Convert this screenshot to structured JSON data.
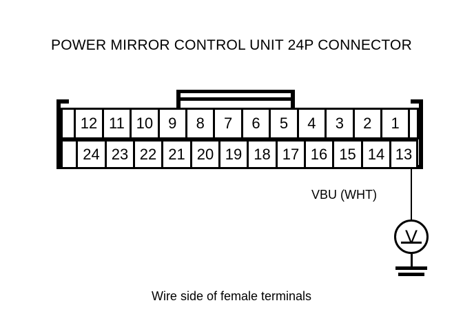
{
  "title": "POWER MIRROR CONTROL UNIT 24P CONNECTOR",
  "caption": "Wire side of female terminals",
  "connector": {
    "name": "POWER MIRROR CONTROL UNIT",
    "pin_count": "24P",
    "top_row": [
      "",
      "12",
      "11",
      "10",
      "9",
      "8",
      "7",
      "6",
      "5",
      "4",
      "3",
      "2",
      "1",
      ""
    ],
    "bottom_row": [
      "",
      "24",
      "23",
      "22",
      "21",
      "20",
      "19",
      "18",
      "17",
      "16",
      "15",
      "14",
      "13"
    ]
  },
  "measurement": {
    "wire_label": "VBU (WHT)",
    "probe_pin": "13",
    "meter_symbol": "V",
    "meter_type": "voltmeter",
    "ground_symbol": "earth-ground"
  },
  "colors": {
    "ink": "#000000",
    "background": "#ffffff"
  }
}
